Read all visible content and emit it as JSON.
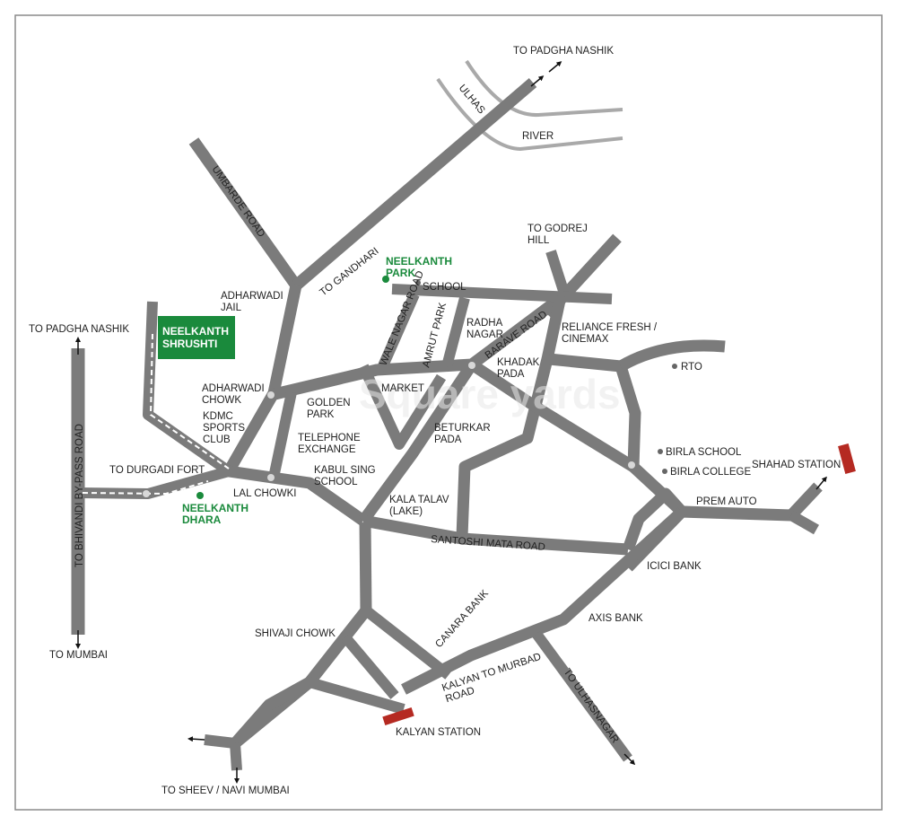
{
  "map": {
    "colors": {
      "road": "#7b7b7b",
      "project": "#1a8a3c",
      "station": "#b52a22",
      "river": "#a9a9a9",
      "frame": "#8a8a8a"
    },
    "projects": {
      "shrushti": "NEELKANTH\nSHRUSHTI",
      "park": "NEELKANTH\nPARK",
      "dhara": "NEELKANTH\nDHARA"
    },
    "directions": {
      "padgha_top": "TO PADGHA NASHIK",
      "padgha_left": "TO PADGHA NASHIK",
      "mumbai": "TO MUMBAI",
      "godrej": "TO GODREJ\nHILL",
      "sheev": "TO SHEEV / NAVI MUMBAI",
      "durgadi": "TO DURGADI FORT",
      "gandhari": "TO GANDHARI"
    },
    "roads": {
      "umbarde": "UMBARDE ROAD",
      "bypass": "TO BHIVANDI BY-PASS ROAD",
      "wale_nagar": "WALE NAGAR ROAD",
      "amrut_park": "AMRUT PARK",
      "barave": "BARAVE ROAD",
      "santoshi": "SANTOSHI MATA ROAD",
      "canara": "CANARA BANK",
      "kalyan_murbad": "KALYAN TO MURBAD\nROAD",
      "ulhasnagar": "TO ULHASNAGAR",
      "ulhas": "ULHAS",
      "river": "RIVER"
    },
    "places": {
      "adharwadi_jail": "ADHARWADI\nJAIL",
      "school": "SCHOOL",
      "radha_nagar": "RADHA\nNAGAR",
      "reliance": "RELIANCE FRESH /\nCINEMAX",
      "khadak_pada": "KHADAK\nPADA",
      "rto": "RTO",
      "adharwadi_chowk": "ADHARWADI\nCHOWK",
      "golden_park": "GOLDEN\nPARK",
      "market": "MARKET",
      "beturkar_pada": "BETURKAR\nPADA",
      "kdmc": "KDMC\nSPORTS\nCLUB",
      "telephone": "TELEPHONE\nEXCHANGE",
      "birla_school": "BIRLA SCHOOL",
      "birla_college": "BIRLA COLLEGE",
      "shahad": "SHAHAD STATION",
      "kabul": "KABUL SING\nSCHOOL",
      "lal_chowki": "LAL CHOWKI",
      "kala_talav": "KALA TALAV\n(LAKE)",
      "prem_auto": "PREM AUTO",
      "icici": "ICICI BANK",
      "axis": "AXIS BANK",
      "shivaji": "SHIVAJI CHOWK",
      "kalyan_station": "KALYAN STATION"
    },
    "watermark": "Square yards"
  }
}
